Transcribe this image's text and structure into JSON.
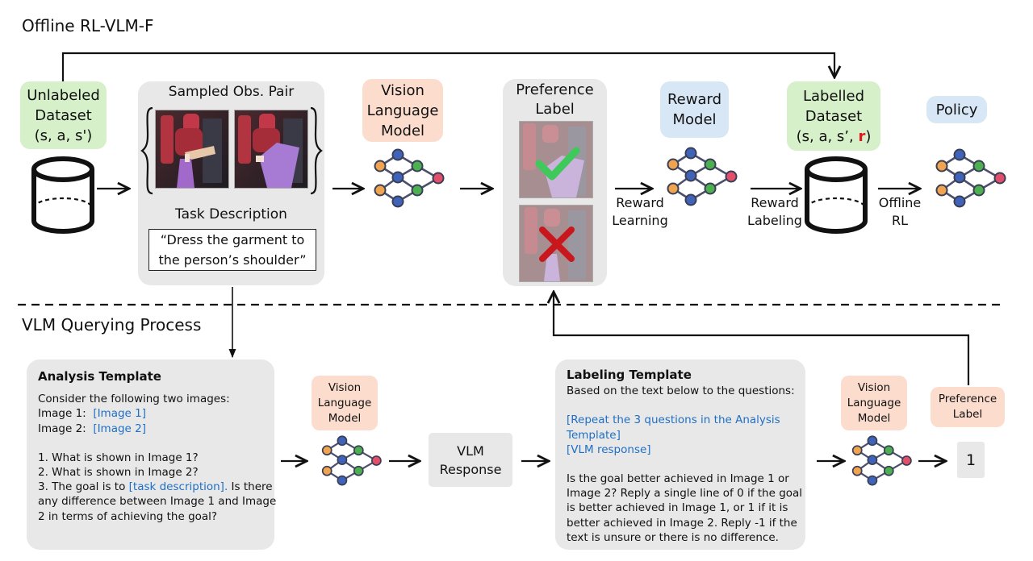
{
  "titles": {
    "offline": "Offline RL-VLM-F",
    "querying": "VLM Querying Process"
  },
  "top": {
    "unlabeled_dataset": [
      "Unlabeled",
      "Dataset",
      "(s, a, s')"
    ],
    "sampled_obs_pair": "Sampled Obs. Pair",
    "task_description": "Task Description",
    "task_quote": [
      "“Dress the garment to",
      "the person’s shoulder”"
    ],
    "vlm": [
      "Vision",
      "Language",
      "Model"
    ],
    "preference_label": [
      "Preference",
      "Label"
    ],
    "reward_learning": [
      "Reward",
      "Learning"
    ],
    "reward_model": [
      "Reward",
      "Model"
    ],
    "reward_labeling": [
      "Reward",
      "Labeling"
    ],
    "labelled_dataset": [
      "Labelled",
      "Dataset"
    ],
    "labelled_tuple_prefix": "(s, a, s’, ",
    "labelled_tuple_r": "r",
    "labelled_tuple_suffix": ")",
    "offline_rl": [
      "Offline",
      "RL"
    ],
    "policy": "Policy"
  },
  "bottom": {
    "analysis": {
      "title": "Analysis Template",
      "intro": "Consider the following two images:",
      "img1_label": "Image 1:",
      "img1_slot": "[Image 1]",
      "img2_label": "Image 2:",
      "img2_slot": "[Image 2]",
      "q1": "1. What is shown in Image 1?",
      "q2": "2. What is shown in Image 2?",
      "q3_a": "3. The goal is to ",
      "q3_slot": "[task description].",
      "q3_b": " Is there",
      "q3_c": "any difference between Image 1 and Image",
      "q3_d": "2 in terms of achieving the goal?"
    },
    "vlm": [
      "Vision",
      "Language",
      "Model"
    ],
    "vlm_response": [
      "VLM",
      "Response"
    ],
    "labeling": {
      "title": "Labeling Template",
      "intro": "Based on the text below to the questions:",
      "slot1_a": "[Repeat the 3 questions in the Analysis",
      "slot1_b": "Template]",
      "slot2": "[VLM response]",
      "body": [
        "Is the goal better achieved in Image 1 or",
        "Image 2? Reply a single line of 0 if the goal",
        "is better achieved in Image 1, or 1 if it is",
        "better achieved in Image 2. Reply -1 if the",
        "text is unsure or there is no difference."
      ]
    },
    "vlm2": [
      "Vision",
      "Language",
      "Model"
    ],
    "preference_label": [
      "Preference",
      "Label"
    ],
    "output_value": "1"
  },
  "colors": {
    "green_tag": "#d6f0c9",
    "peach_tag": "#fbdccd",
    "blue_tag": "#d8e7f6",
    "panel_gray": "#e8e8e8",
    "node_blue": "#3f63b8",
    "node_orange": "#f0a44f",
    "node_green": "#4caf50",
    "node_pink": "#e24f6a",
    "edge": "#4a4f6b",
    "placeholder_text": "#1f6fc5",
    "reward_r": "#e8141c",
    "check": "#3ec95a",
    "cross": "#c8181e"
  }
}
